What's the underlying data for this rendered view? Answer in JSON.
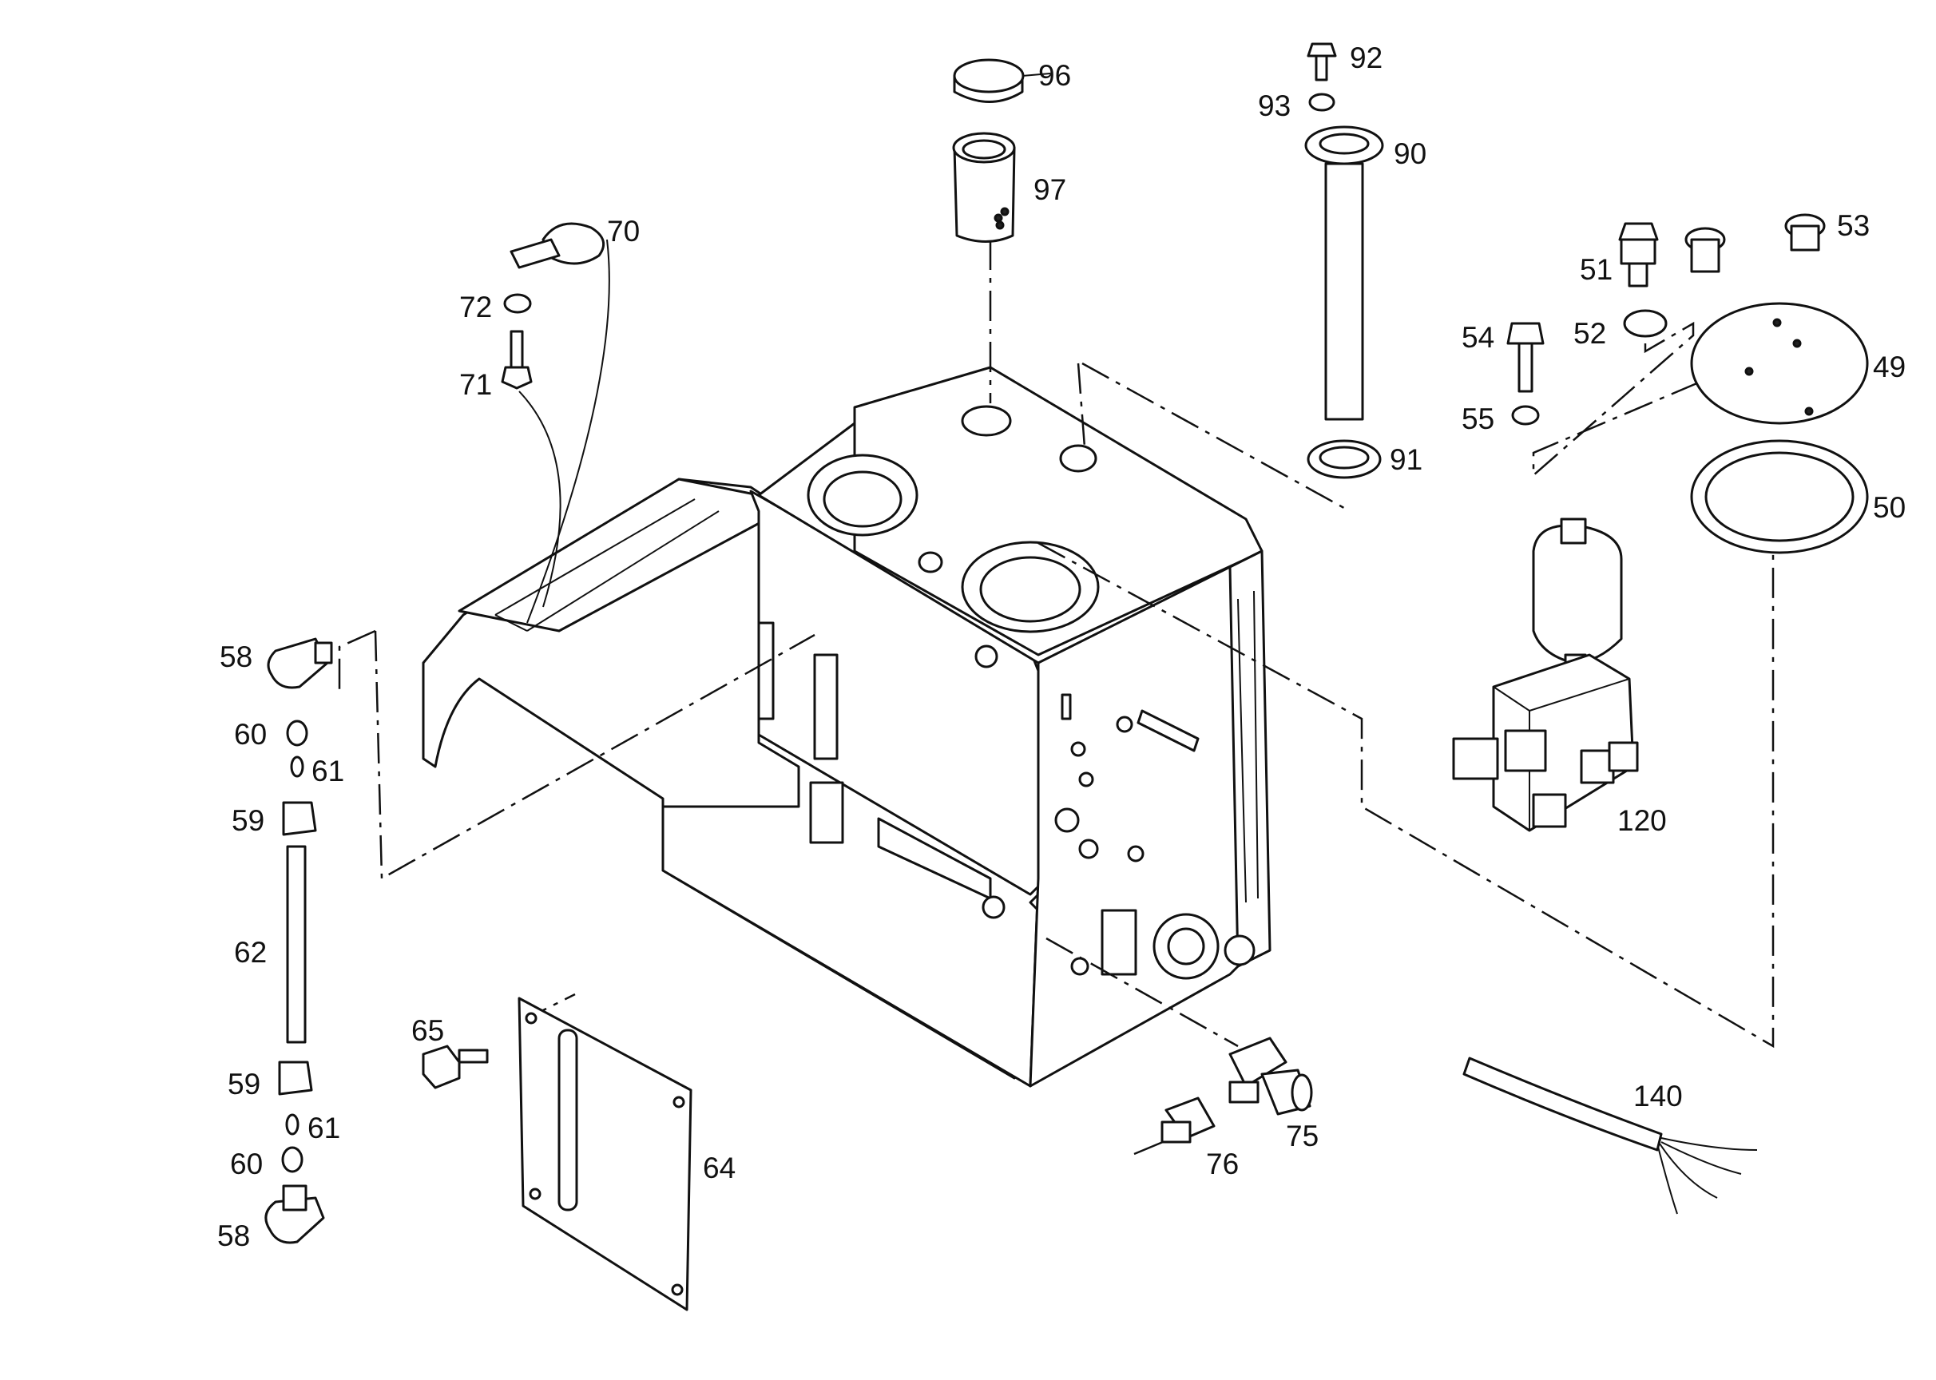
{
  "callouts": [
    {
      "id": "c49",
      "text": "49"
    },
    {
      "id": "c50",
      "text": "50"
    },
    {
      "id": "c51",
      "text": "51"
    },
    {
      "id": "c52",
      "text": "52"
    },
    {
      "id": "c53",
      "text": "53"
    },
    {
      "id": "c54",
      "text": "54"
    },
    {
      "id": "c55",
      "text": "55"
    },
    {
      "id": "c58a",
      "text": "58"
    },
    {
      "id": "c58b",
      "text": "58"
    },
    {
      "id": "c59a",
      "text": "59"
    },
    {
      "id": "c59b",
      "text": "59"
    },
    {
      "id": "c60a",
      "text": "60"
    },
    {
      "id": "c60b",
      "text": "60"
    },
    {
      "id": "c61a",
      "text": "61"
    },
    {
      "id": "c61b",
      "text": "61"
    },
    {
      "id": "c62",
      "text": "62"
    },
    {
      "id": "c64",
      "text": "64"
    },
    {
      "id": "c65",
      "text": "65"
    },
    {
      "id": "c70",
      "text": "70"
    },
    {
      "id": "c71",
      "text": "71"
    },
    {
      "id": "c72",
      "text": "72"
    },
    {
      "id": "c75",
      "text": "75"
    },
    {
      "id": "c76",
      "text": "76"
    },
    {
      "id": "c90",
      "text": "90"
    },
    {
      "id": "c91",
      "text": "91"
    },
    {
      "id": "c92",
      "text": "92"
    },
    {
      "id": "c93",
      "text": "93"
    },
    {
      "id": "c96",
      "text": "96"
    },
    {
      "id": "c97",
      "text": "97"
    },
    {
      "id": "c120",
      "text": "120"
    },
    {
      "id": "c140",
      "text": "140"
    }
  ]
}
